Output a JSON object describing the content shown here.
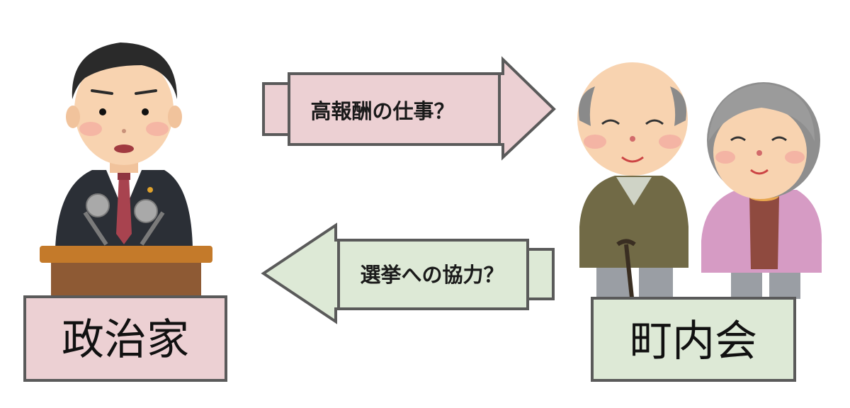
{
  "left_party": {
    "label": "政治家"
  },
  "right_party": {
    "label": "町内会"
  },
  "arrow_to_right": {
    "label": "高報酬の仕事？"
  },
  "arrow_to_left": {
    "label": "選挙への協力？"
  },
  "colors": {
    "pink_fill": "#ecd0d3",
    "green_fill": "#dde9d6",
    "outline": "#5a5a5a",
    "podium": "#c47a2a",
    "podium_front": "#8e5a34",
    "suit": "#2b2f36",
    "tie": "#a8434f",
    "skin": "#f8d3b0",
    "old_man_coat": "#716a46",
    "old_woman_cardigan": "#d69bc4"
  },
  "icons": {
    "politician": "politician-at-podium-illustration",
    "elderly": "elderly-couple-illustration"
  }
}
